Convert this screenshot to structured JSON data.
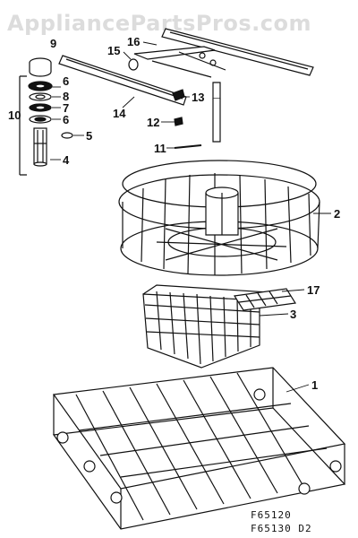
{
  "watermark": "AppliancePartsPros.com",
  "model_codes": [
    "F65120",
    "F65130 D2"
  ],
  "callouts": {
    "c1": "1",
    "c2": "2",
    "c3": "3",
    "c4": "4",
    "c5": "5",
    "c6a": "6",
    "c6b": "6",
    "c7": "7",
    "c8": "8",
    "c9": "9",
    "c10": "10",
    "c11": "11",
    "c12": "12",
    "c13": "13",
    "c14": "14",
    "c15": "15",
    "c16": "16",
    "c17": "17"
  },
  "colors": {
    "ink": "#111111",
    "watermark": "#dcdcdc",
    "paper": "#ffffff"
  }
}
